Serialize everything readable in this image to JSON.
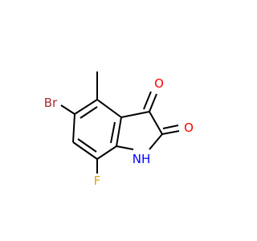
{
  "molecule": {
    "atoms": {
      "br": {
        "label": "Br",
        "color": "#a52a2a"
      },
      "f": {
        "label": "F",
        "color": "#daa520"
      },
      "o1": {
        "label": "O",
        "color": "#ff0000"
      },
      "o2": {
        "label": "O",
        "color": "#ff0000"
      },
      "nh": {
        "label": "NH",
        "color": "#0000ff"
      }
    },
    "bond_color": "#000000"
  }
}
